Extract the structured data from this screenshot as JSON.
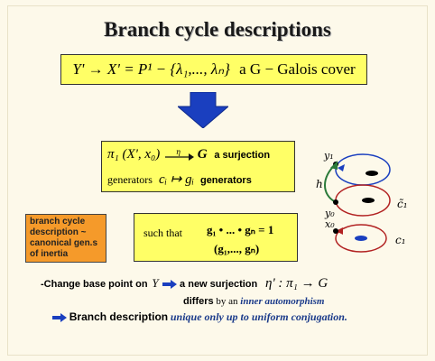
{
  "title": "Branch cycle descriptions",
  "cover": {
    "formula": "Y' → X' = P¹ − {λ₁,..., λₙ}",
    "suffix": "a G − Galois cover"
  },
  "surjection": {
    "formula": "π₁ (X', x₀)",
    "map": "η",
    "target": "G",
    "label": "a surjection",
    "generators_text": "generators",
    "gens_formula": "cᵢ ↦ gᵢ",
    "generators_label": "generators"
  },
  "branch_note": {
    "text": "branch cycle description ~ canonical gen.s of inertia"
  },
  "product": {
    "prefix": "such that",
    "formula": "g₁ • ... • gₙ = 1",
    "tuple": "(g₁,..., gₙ)"
  },
  "diagram": {
    "labels": [
      "y₁",
      "h",
      "y₀",
      "c̃₁",
      "x₀",
      "c₁"
    ]
  },
  "bottom": {
    "line1_prefix": "-Change base point on",
    "line1_var": "Y",
    "line1_mid": "a new surjection",
    "line1_formula": "η' : π₁ → G",
    "line2_a": "differs",
    "line2_b": "by an",
    "line2_c": "inner automorphism",
    "line3_a": "Branch description",
    "line3_b": "unique only up to uniform conjugation."
  },
  "colors": {
    "highlight": "#ffff66",
    "orange": "#f59a2a",
    "arrow_blue": "#1a3fbf",
    "text_blue": "#1a3a8a"
  }
}
